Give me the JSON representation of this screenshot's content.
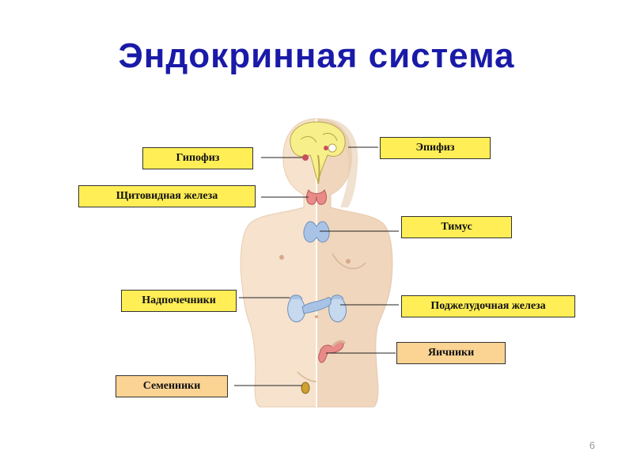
{
  "slide": {
    "title": "Эндокринная система",
    "page_number": "6"
  },
  "labels": {
    "pituitary": "Гипофиз",
    "pineal": "Эпифиз",
    "thyroid": "Щитовидная железа",
    "thymus": "Тимус",
    "adrenals": "Надпочечники",
    "pancreas": "Поджелудочная железа",
    "ovaries": "Яичники",
    "testes": "Семенники"
  },
  "colors": {
    "title": "#1a1aa8",
    "label_yellow": "#ffee55",
    "label_orange": "#fbd392",
    "body_skin": "#f3dcc3",
    "brain": "#f7ef8a",
    "thyroid": "#e88a88",
    "thymus": "#a9c3e6"
  },
  "icons": [
    "human-body-figure",
    "brain-icon",
    "thyroid-icon",
    "thymus-icon",
    "adrenal-glands-icon",
    "pancreas-icon",
    "ovary-icon",
    "testis-icon"
  ]
}
